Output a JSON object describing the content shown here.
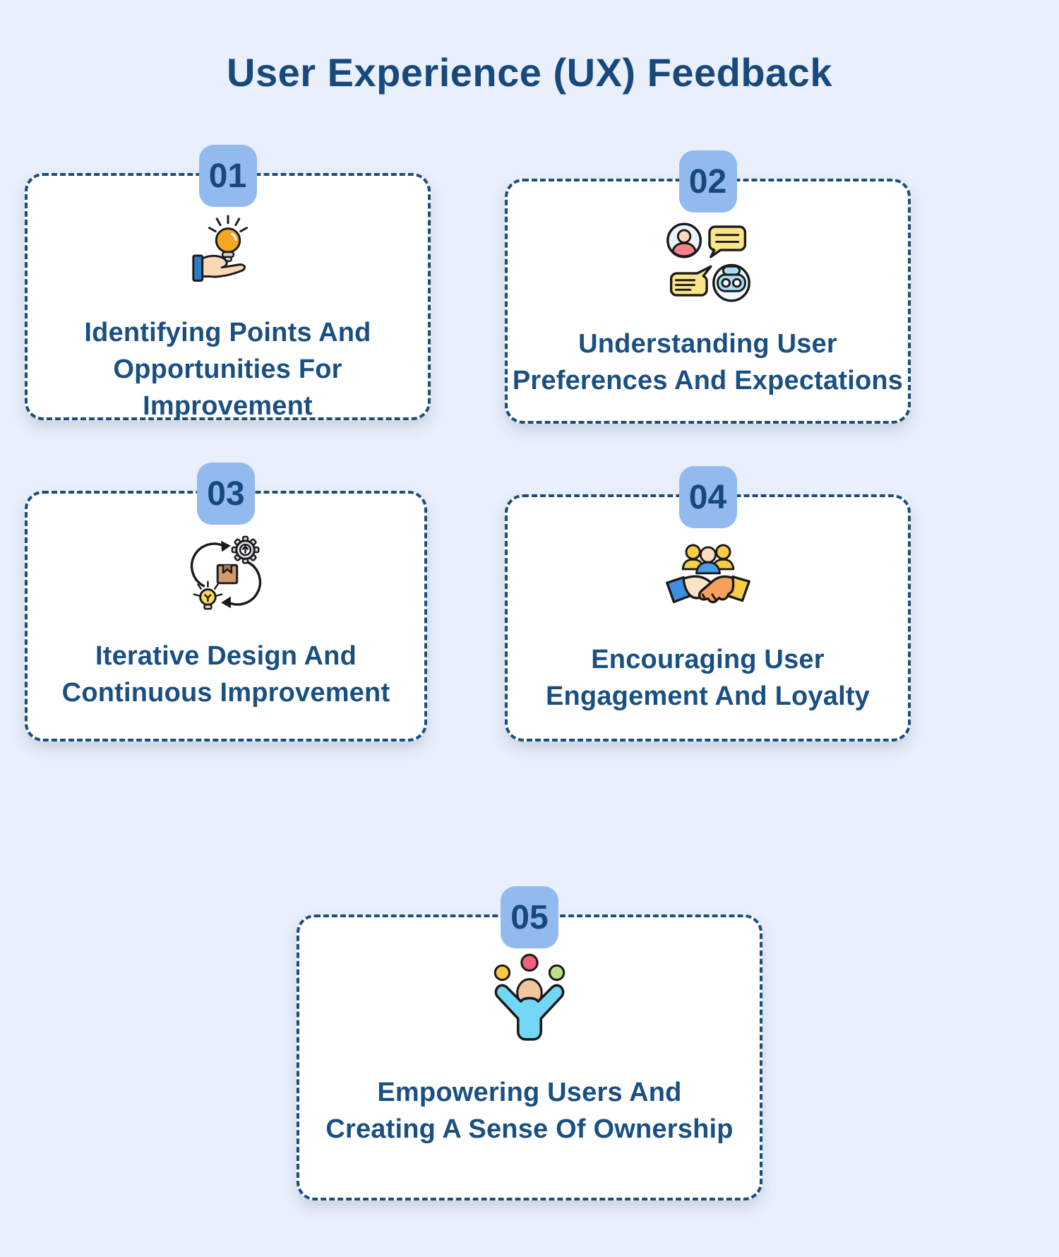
{
  "page": {
    "title": "User Experience (UX) Feedback",
    "background_color": "#E9EFFB"
  },
  "style": {
    "navy_text": "#17497D",
    "label_text": "#1A4F82",
    "badge_bg": "#93BAEE",
    "card_bg": "#FFFFFF",
    "dashed_border": "#1B4D7F"
  },
  "cards": [
    {
      "number": "01",
      "icon": "hand-offering-lightbulb-icon",
      "label": "Identifying Points And Opportunities For Improvement",
      "label_lines": [
        "Identifying Points And",
        "Opportunities For",
        "Improvement"
      ]
    },
    {
      "number": "02",
      "icon": "user-chatbot-conversation-icon",
      "label": "Understanding User Preferences And Expectations",
      "label_lines": [
        "Understanding User",
        "Preferences And Expectations"
      ]
    },
    {
      "number": "03",
      "icon": "iterative-design-cycle-icon",
      "label": "Iterative Design And Continuous Improvement",
      "label_lines": [
        "Iterative Design And",
        "Continuous Improvement"
      ]
    },
    {
      "number": "04",
      "icon": "team-handshake-icon",
      "label": "Encouraging User Engagement And Loyalty",
      "label_lines": [
        "Encouraging User",
        "Engagement And Loyalty"
      ]
    },
    {
      "number": "05",
      "icon": "empowered-user-juggling-icon",
      "label": "Empowering Users And Creating A Sense Of Ownership",
      "label_lines": [
        "Empowering Users And",
        "Creating A Sense Of Ownership"
      ]
    }
  ]
}
